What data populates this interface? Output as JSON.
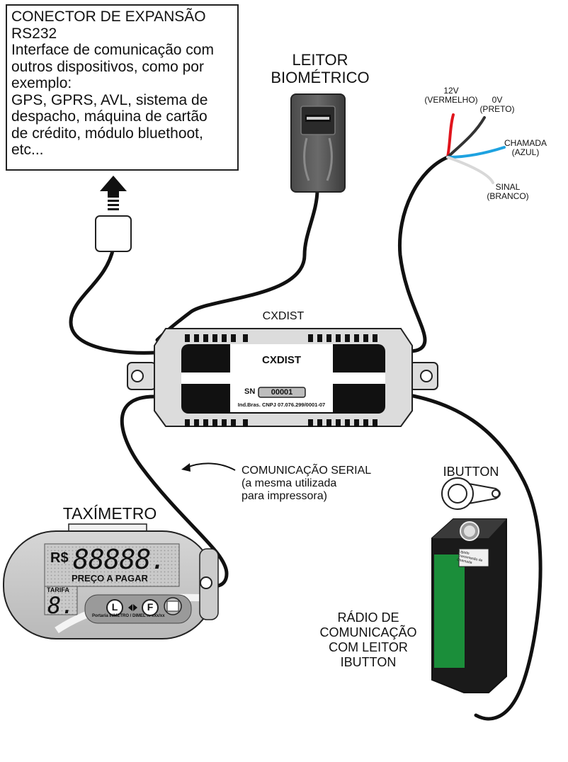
{
  "expansion_connector": {
    "title": "CONECTOR DE EXPANSÃO",
    "subtitle": "RS232",
    "description_lines": [
      "Interface de comunicação com",
      "outros dispositivos, como por",
      "exemplo:",
      "GPS, GPRS, AVL, sistema de",
      "despacho, máquina de cartão",
      "de crédito, módulo bluethoot,",
      "etc..."
    ]
  },
  "biometric_reader": {
    "line1": "LEITOR",
    "line2": "BIOMÉTRICO"
  },
  "power_cable": {
    "wire_12v": {
      "line1": "12V",
      "line2": "(VERMELHO)",
      "color": "#e0141c"
    },
    "wire_0v": {
      "line1": "0V",
      "line2": "(PRETO)",
      "color": "#333333"
    },
    "wire_call": {
      "line1": "CHAMADA",
      "line2": "(AZUL)",
      "color": "#1ea2e0"
    },
    "wire_signal": {
      "line1": "SINAL",
      "line2": "(BRANCO)",
      "color": "#e2e2e2"
    }
  },
  "cxdist": {
    "caption": "CXDIST",
    "label_title": "CXDIST",
    "sn_label": "SN",
    "sn_value": "00001",
    "cnpj_line": "Ind.Bras.  CNPJ 07.076.299/0001-07"
  },
  "serial_comm": {
    "line1": "COMUNICAÇÃO SERIAL",
    "line2": "(a mesma utilizada",
    "line3": "para impressora)"
  },
  "ibutton": {
    "label": "IBUTTON"
  },
  "taximeter": {
    "title": "TAXÍMETRO",
    "currency": "R$",
    "display": "88888.",
    "price_label": "PREÇO A PAGAR",
    "tariff_label": "TARIFA",
    "tariff_digit": "8.",
    "btn_l": "L",
    "btn_f": "F",
    "footer": "Portaria INMETRO / DIMEL  n. xxx/xx"
  },
  "radio": {
    "line1": "RÁDIO DE",
    "line2": "COMUNICAÇÃO",
    "line3": "COM LEITOR",
    "line4": "IBUTTON",
    "sticker_text": "Ligado Transmissão de Chamada"
  }
}
